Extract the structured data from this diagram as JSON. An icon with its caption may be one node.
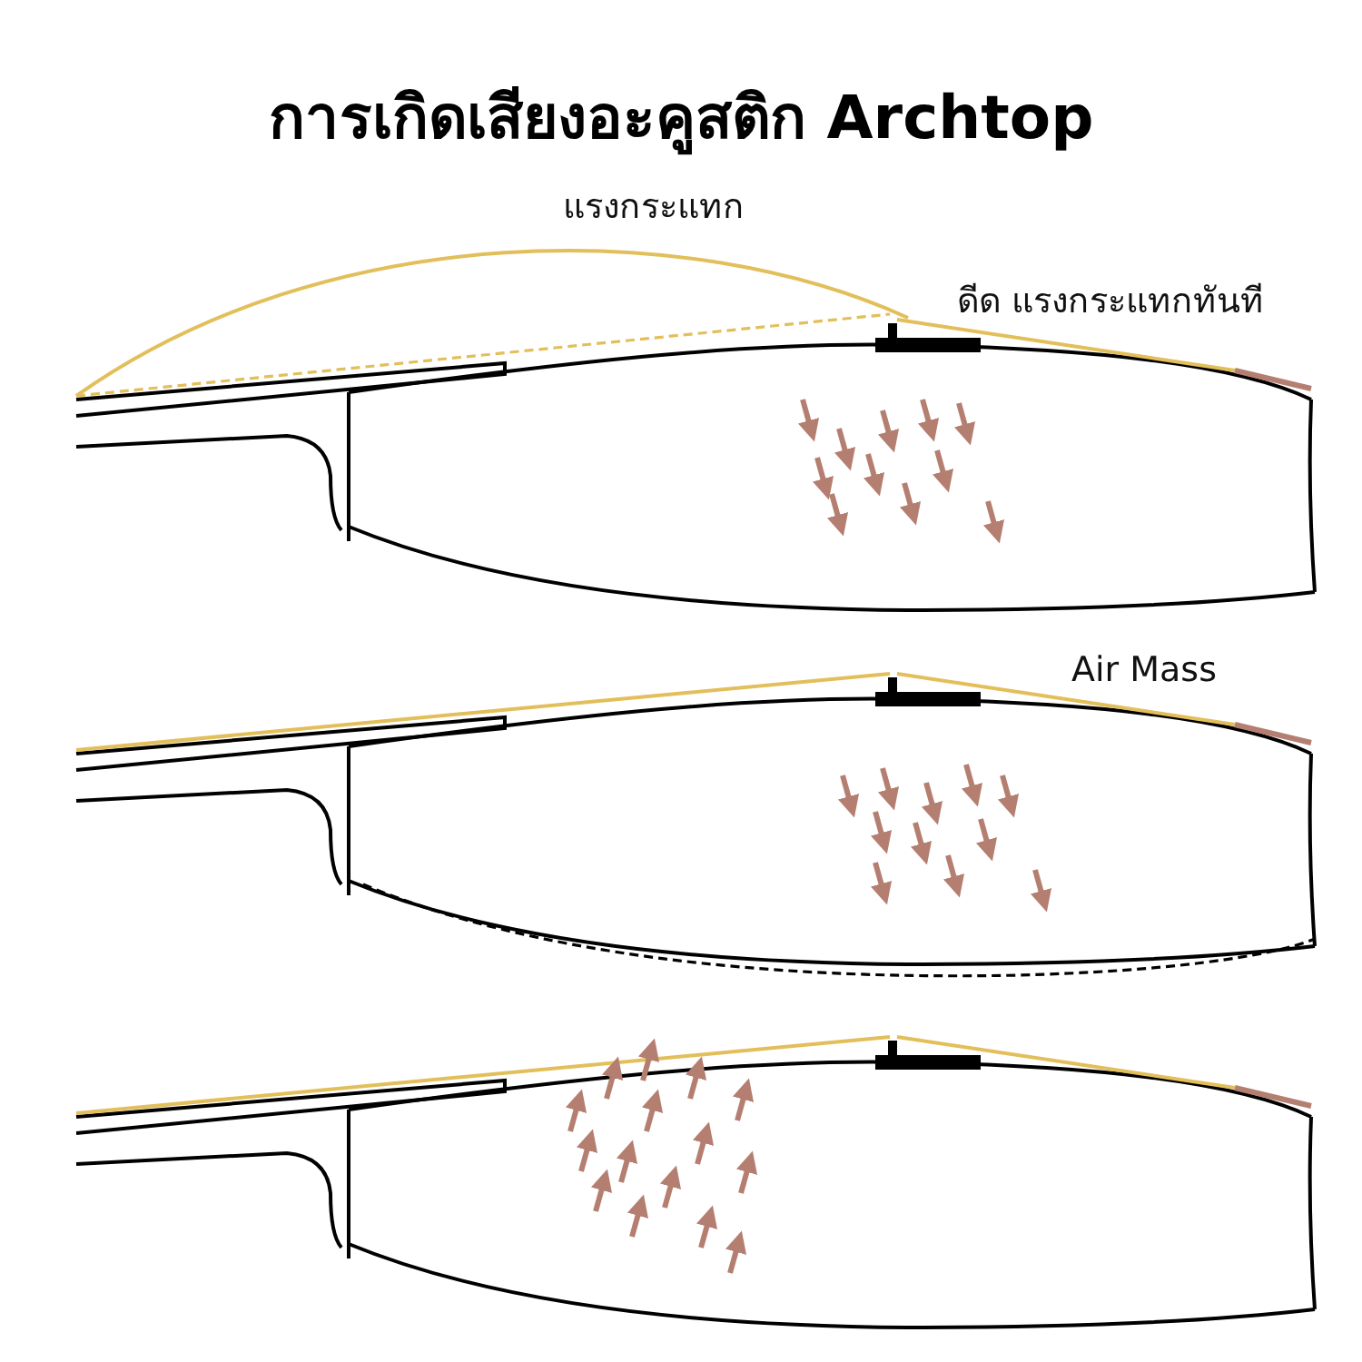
{
  "diagram": {
    "title": "การเกิดเสียงอะคูสติก Archtop",
    "labels": [
      "แรงกระแทก",
      "ดีด แรงกระแทกทันที",
      "Air Mass"
    ]
  }
}
